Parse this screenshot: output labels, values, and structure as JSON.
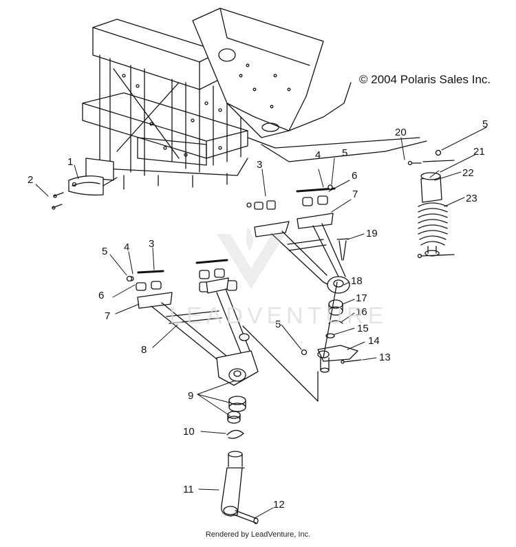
{
  "copyright": "© 2004 Polaris Sales Inc.",
  "footer": "Rendered by LeadVenture, Inc.",
  "watermark": "LEADVENTURE",
  "callouts": {
    "c1": "1",
    "c2": "2",
    "c3a": "3",
    "c4a": "4",
    "c5a": "5",
    "c6a": "6",
    "c7a": "7",
    "c3b": "3",
    "c4b": "4",
    "c5b": "5",
    "c6b": "6",
    "c7b": "7",
    "c8": "8",
    "c9": "9",
    "c10": "10",
    "c11": "11",
    "c12": "12",
    "c13": "13",
    "c14": "14",
    "c15": "15",
    "c5c": "5",
    "c16": "16",
    "c17": "17",
    "c18": "18",
    "c19": "19",
    "c20": "20",
    "c5d": "5",
    "c21": "21",
    "c22": "22",
    "c23": "23"
  }
}
